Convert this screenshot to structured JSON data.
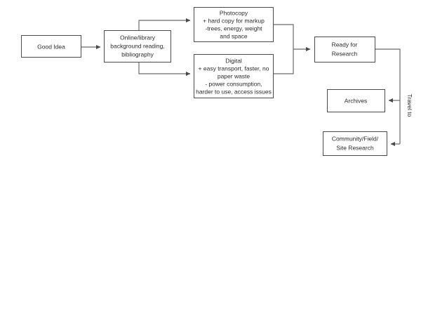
{
  "diagram": {
    "title": "Research workflow flowchart",
    "background_color": "#ffffff",
    "line_color": "#6b6b6b",
    "box_border_color": "#4a4a4a",
    "text_color": "#2b2b2b",
    "nodes": {
      "good_idea": {
        "lines": [
          "Good Idea"
        ]
      },
      "online_library": {
        "lines": [
          "Online/library",
          "background reading,",
          "bibliography"
        ]
      },
      "photocopy": {
        "lines": [
          "Photocopy",
          "+ hard copy for markup",
          "-trees, energy, weight",
          "and space"
        ]
      },
      "digital": {
        "lines": [
          "Digital",
          "+ easy transport, faster, no",
          "paper waste",
          "- power consumption,",
          "harder to use, access issues"
        ]
      },
      "ready_for_research": {
        "lines": [
          "Ready for",
          "Research"
        ]
      },
      "archives": {
        "lines": [
          "Archives"
        ]
      },
      "community_field": {
        "lines": [
          "Community/Field/",
          "Site Research"
        ]
      }
    },
    "edge_labels": {
      "travel_to": "Travel to"
    }
  }
}
